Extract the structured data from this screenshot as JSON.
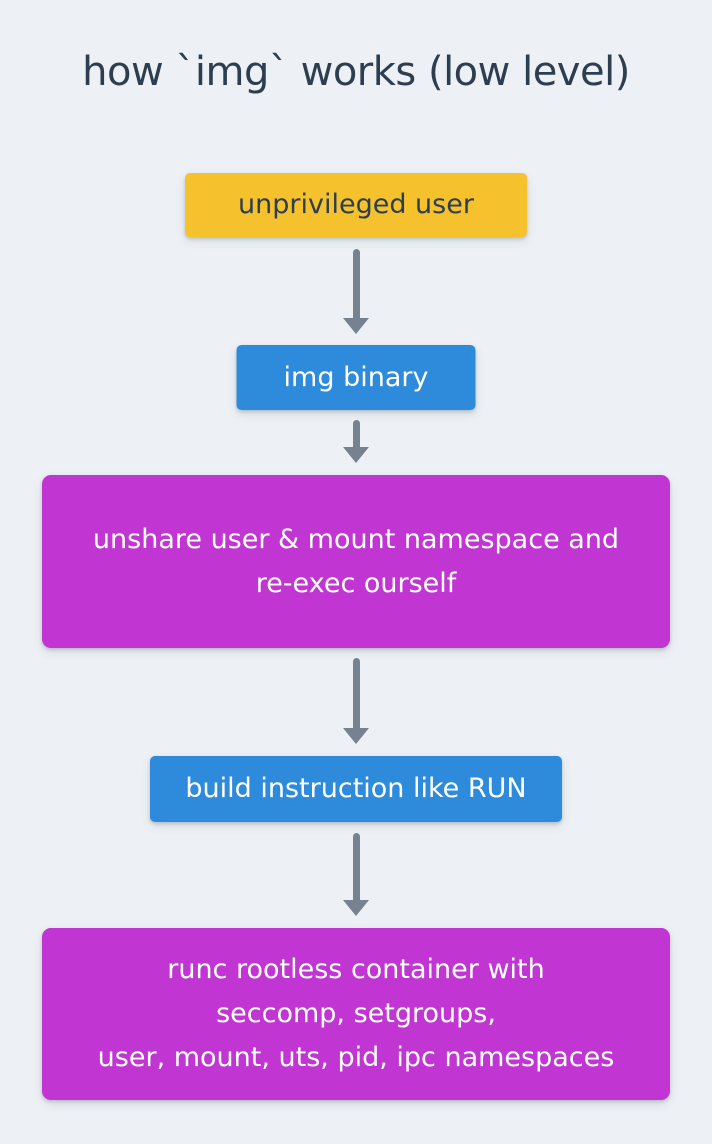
{
  "title": "how `img` works (low level)",
  "colors": {
    "background": "#EDF1F5",
    "yellow": "#F5C22E",
    "blue": "#2E8BDB",
    "magenta": "#C136D3",
    "arrow": "#76828F",
    "dark_text": "#2C3E50",
    "light_text": "#FFFFFF"
  },
  "flow": {
    "nodes": [
      {
        "id": "unprivileged-user",
        "color_role": "yellow",
        "label": "unprivileged user"
      },
      {
        "id": "img-binary",
        "color_role": "blue",
        "label": "img binary"
      },
      {
        "id": "unshare",
        "color_role": "magenta",
        "lines": [
          "unshare user & mount namespace and",
          "re-exec ourself"
        ]
      },
      {
        "id": "build-instruction",
        "color_role": "blue",
        "label": "build instruction like RUN"
      },
      {
        "id": "runc",
        "color_role": "magenta",
        "lines": [
          "runc rootless container with",
          "seccomp, setgroups,",
          "user, mount, uts, pid, ipc namespaces"
        ]
      }
    ],
    "connections": [
      {
        "from": "unprivileged-user",
        "to": "img-binary"
      },
      {
        "from": "img-binary",
        "to": "unshare"
      },
      {
        "from": "unshare",
        "to": "build-instruction"
      },
      {
        "from": "build-instruction",
        "to": "runc"
      }
    ]
  }
}
